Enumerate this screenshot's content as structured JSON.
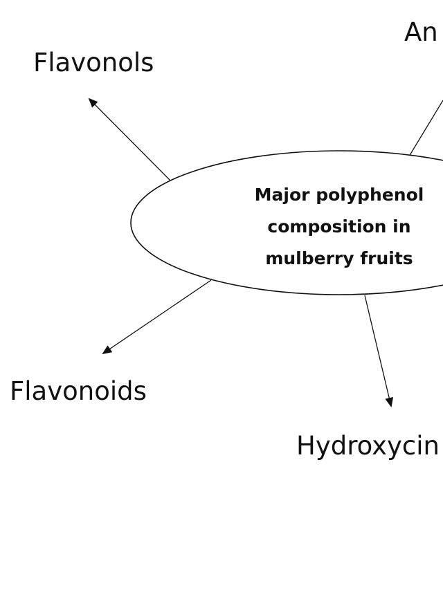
{
  "center": {
    "line1": "Major polyphenol",
    "line2": "composition in",
    "line3": "mulberry fruits"
  },
  "branches": {
    "flavonols": "Flavonols",
    "flavonoids": "Flavonoids",
    "hydroxycin": "Hydroxycin",
    "an": "An"
  },
  "colors": {
    "stroke": "#111111",
    "text": "#111111",
    "background": "#ffffff"
  }
}
